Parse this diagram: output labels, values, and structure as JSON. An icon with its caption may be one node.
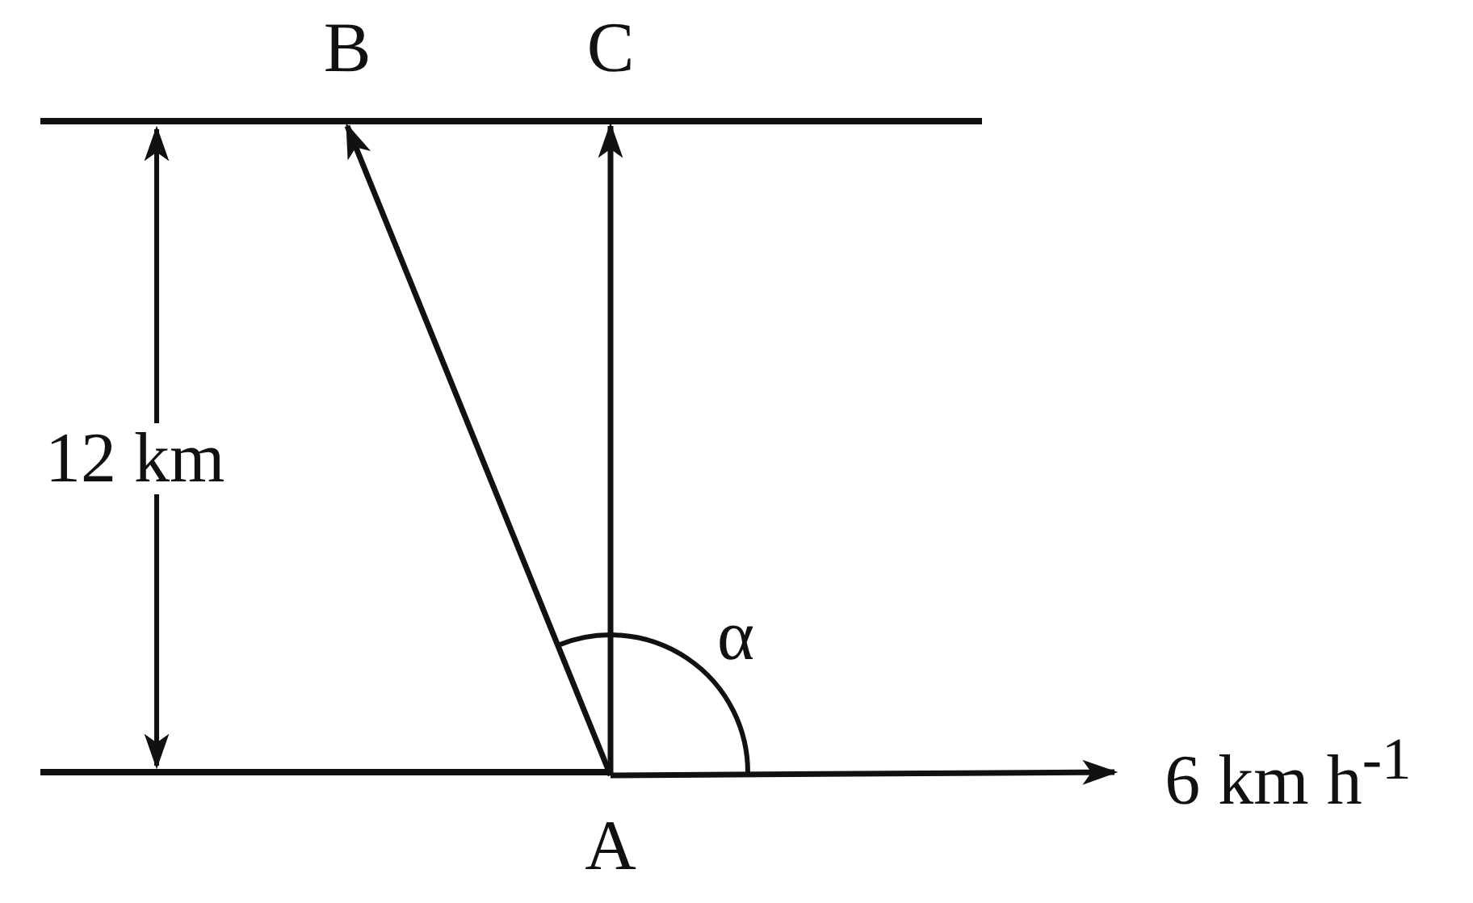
{
  "diagram": {
    "nodes": [
      {
        "text": [
          "A"
        ]
      },
      {
        "text": [
          "B"
        ]
      },
      {
        "text": [
          "C"
        ]
      },
      {
        "text": [
          "6 km h$^{-1}$"
        ]
      }
    ],
    "edges": [
      {
        "from": 0,
        "to": 1,
        "arrow": "to"
      },
      {
        "from": 0,
        "to": 2,
        "arrow": "to"
      },
      {
        "from": 0,
        "to": 3,
        "arrow": "to"
      }
    ],
    "labels": [
      "12 km",
      "α"
    ]
  }
}
